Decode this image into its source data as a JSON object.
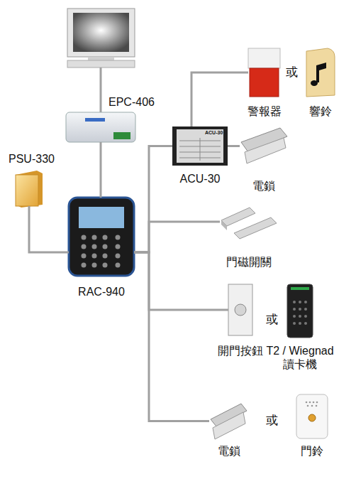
{
  "diagram": {
    "nodes": [
      {
        "text": [
          "EPC-406"
        ]
      },
      {
        "text": [
          "PSU-330"
        ]
      },
      {
        "text": [
          "RAC-940"
        ]
      },
      {
        "text": [
          "ACU-30"
        ]
      },
      {
        "text": [
          "警報器"
        ]
      },
      {
        "text": [
          "響鈴"
        ]
      },
      {
        "text": [
          "電鎖"
        ]
      },
      {
        "text": [
          "門磁開關"
        ]
      },
      {
        "text": [
          "開門按鈕"
        ]
      },
      {
        "text": [
          "T2 / Wiegnad 讀卡機"
        ]
      },
      {
        "text": [
          "電鎖"
        ]
      },
      {
        "text": [
          "門鈴"
        ]
      }
    ],
    "edges": [
      {
        "from": 0,
        "to": 2,
        "arrow": "none"
      },
      {
        "from": 1,
        "to": 2,
        "arrow": "none"
      },
      {
        "from": 2,
        "to": 3,
        "arrow": "none"
      },
      {
        "from": 3,
        "to": 4,
        "arrow": "none"
      },
      {
        "from": 3,
        "to": 6,
        "arrow": "none"
      },
      {
        "from": 2,
        "to": 7,
        "arrow": "none"
      },
      {
        "from": 2,
        "to": 8,
        "arrow": "none"
      },
      {
        "from": 2,
        "to": 10,
        "arrow": "none"
      }
    ],
    "labels": [
      "或",
      "或",
      "或",
      "ACU-30"
    ]
  }
}
